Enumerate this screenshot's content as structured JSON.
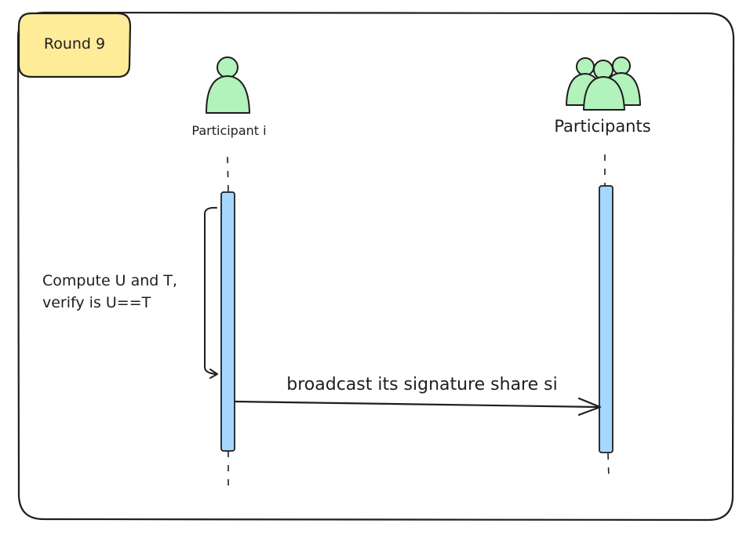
{
  "round_label": "Round 9",
  "actors": {
    "left": {
      "label": "Participant i",
      "icon": "person-icon",
      "color": "#b2f2bb"
    },
    "right": {
      "label": "Participants",
      "icon": "group-icon",
      "color": "#b2f2bb"
    }
  },
  "note": {
    "line1": "Compute U and T,",
    "line2": "verify is U==T"
  },
  "message": {
    "label": "broadcast its signature share si",
    "from": "Participant i",
    "to": "Participants"
  },
  "colors": {
    "round_fill": "#ffec99",
    "lifeline_fill": "#a5d8ff",
    "stroke": "#1e1e1e"
  }
}
